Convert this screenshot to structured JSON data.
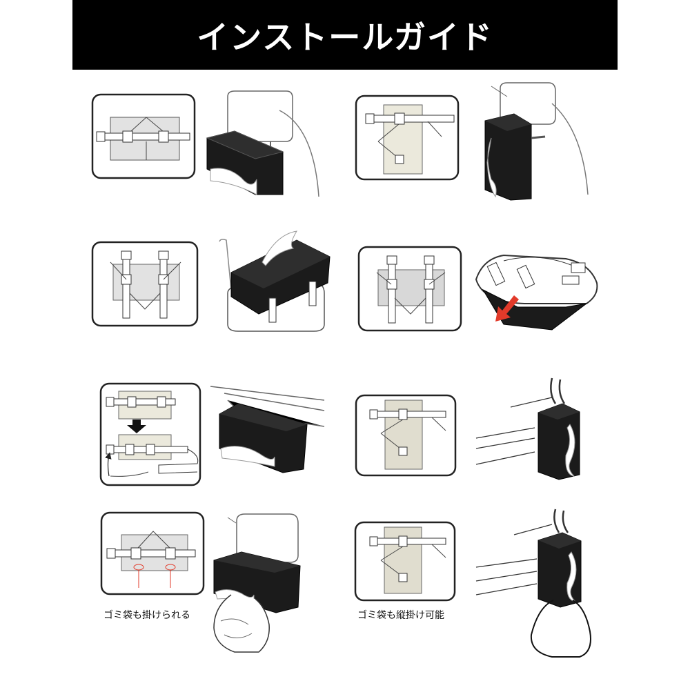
{
  "header": {
    "title": "インストールガイド"
  },
  "captions": {
    "garbage_bag": "ゴミ袋も掛けられる",
    "garbage_bag_vertical": "ゴミ袋も縦掛け可能"
  },
  "colors": {
    "header_bg": "#000000",
    "box_fill": "#1b1b1b",
    "panel_fill": "#e4e4e4",
    "arrow_red": "#e23a2a"
  },
  "icons": [
    "black-arrow-down-icon",
    "red-arrow-icon",
    "curved-arrow-icon"
  ]
}
